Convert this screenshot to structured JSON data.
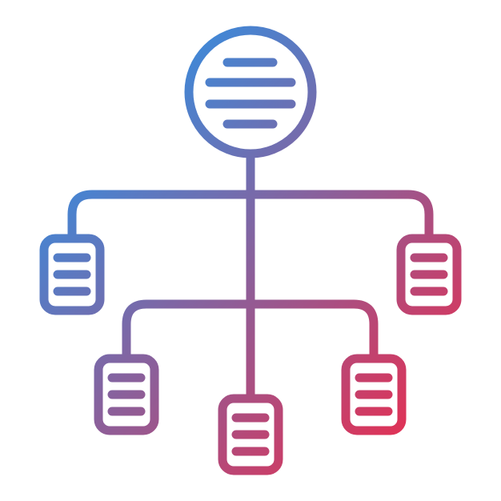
{
  "icon": {
    "name": "hierarchy-structure-icon",
    "style": "gradient-line",
    "gradient": {
      "start_color": "#1a9cf5",
      "end_color": "#ef2a4a"
    },
    "nodes": {
      "root": {
        "shape": "circle",
        "lines": 4
      },
      "children": [
        {
          "name": "top-left-document",
          "lines": 3
        },
        {
          "name": "top-right-document",
          "lines": 3
        },
        {
          "name": "bottom-left-document",
          "lines": 3
        },
        {
          "name": "bottom-center-document",
          "lines": 3
        },
        {
          "name": "bottom-right-document",
          "lines": 3
        }
      ]
    }
  }
}
